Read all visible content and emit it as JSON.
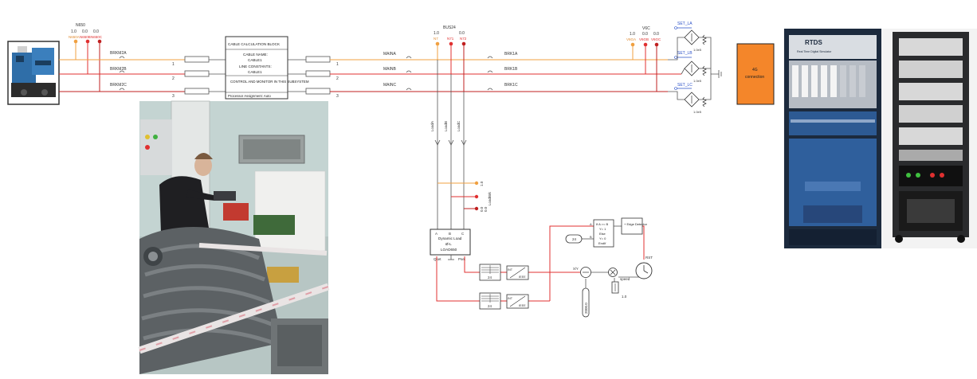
{
  "colors": {
    "phase_a": "#f0a040",
    "phase_b": "#e03030",
    "phase_c": "#c02020",
    "wire": "#555555",
    "label_blue": "#2a50c8",
    "orange_box": "#f4862a"
  },
  "generator": {
    "breaker_header": "N650",
    "levels": [
      "1.0",
      "0.0",
      "0.0"
    ],
    "labels": [
      "N650A",
      "N650B",
      "N650C"
    ],
    "breakers": [
      "BRKM2A",
      "BRKM2B",
      "BRKM2C"
    ]
  },
  "cable_block": {
    "title": "CABLE CALCULATION BLOCK",
    "name_label": "CABLE NAME:",
    "name_value": "CABLE1",
    "constants_label": "LINE CONSTANTS:",
    "constants_value": "CABLE1",
    "control_label": "CONTROL AND MONITOR IN THIS SUBSYSTEM",
    "processor_label": "Processor Assignment: Auto",
    "line_numbers": [
      "1",
      "2",
      "3"
    ]
  },
  "bus": {
    "name": "BUS24",
    "levels": [
      "1.0",
      "0.0"
    ],
    "labels": [
      "N7",
      "N71",
      "N72"
    ],
    "mains": [
      "MAINA",
      "MAINB",
      "MAINC"
    ],
    "breakers": [
      "BRK1A",
      "BRK1B",
      "BRK1C"
    ],
    "line_numbers": [
      "1",
      "2",
      "3"
    ]
  },
  "source": {
    "header": "V6C",
    "levels": [
      "1.0",
      "0.0",
      "0.0"
    ],
    "labels": [
      "V6GA",
      "V6GB",
      "V6GC"
    ],
    "set_labels": [
      "SET_LA",
      "SET_LB",
      "SET_LC"
    ],
    "resistor_label": "1.0e5"
  },
  "loads": {
    "branch_labels": [
      "LoadA",
      "LoadB",
      "LoadC"
    ],
    "levels": [
      "1.0",
      "0.0",
      "0.0"
    ],
    "breaker_label": "LoadBrk"
  },
  "dynamic_load": {
    "terminals": [
      "A",
      "B",
      "C"
    ],
    "title": "Dynamic Load",
    "symbol": "Ø-L",
    "name": "LOAD650",
    "outputs": [
      "Qset",
      "Pset"
    ]
  },
  "control": {
    "constant_24": "24",
    "mux_value": "24",
    "int_label": "INT",
    "ieee_label": "IEEE",
    "compare_lines": [
      "If A >= B",
      "Y= 1",
      "Else",
      "Y= 0",
      "EndIf"
    ],
    "edge_label": "+ Edge Detector",
    "rst_label": "RST",
    "xy_label": "X/Y",
    "speed_label": "speed",
    "speed_value": "1.0",
    "constant_sample": "2000.0",
    "pin_a": "A",
    "pin_b": "B"
  },
  "orange_box": {
    "line1": "4G",
    "line2": "connection"
  },
  "rack": {
    "brand": "RTDS",
    "subtitle": "Real Time Digital Simulator"
  }
}
